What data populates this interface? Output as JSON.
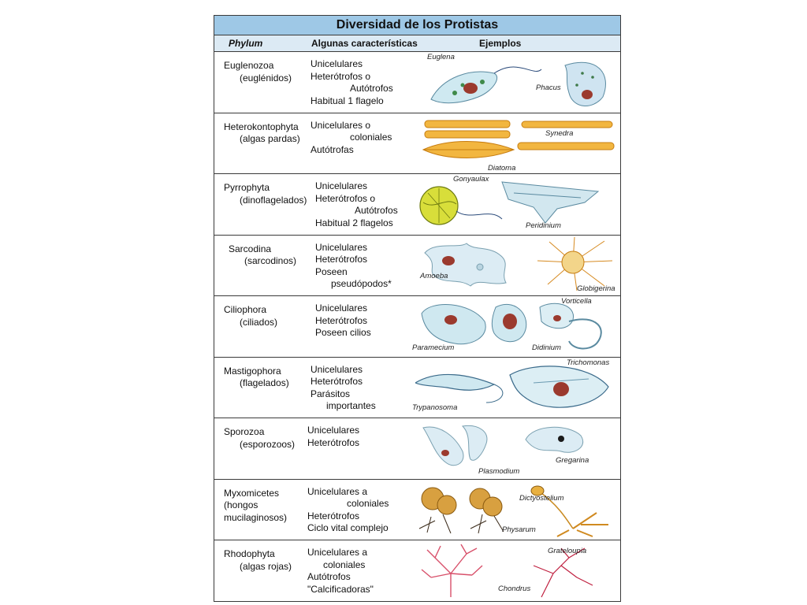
{
  "title": "Diversidad de los Protistas",
  "headers": {
    "phylum": "Phylum",
    "caracteristicas": "Algunas características",
    "ejemplos": "Ejemplos"
  },
  "rows": [
    {
      "phylum": [
        "Euglenozoa",
        "(euglénidos)"
      ],
      "caracteristicas": [
        "Unicelulares",
        "Heterótrofos o",
        "Autótrofos",
        "Habitual 1 flagelo"
      ],
      "ejemplos": [
        "Euglena",
        "Phacus"
      ]
    },
    {
      "phylum": [
        "Heterokontophyta",
        "(algas pardas)"
      ],
      "caracteristicas": [
        "Unicelulares o",
        "coloniales",
        "Autótrofas"
      ],
      "ejemplos": [
        "Synedra",
        "Diatoma"
      ]
    },
    {
      "phylum": [
        "Pyrrophyta",
        "(dinoflagelados)"
      ],
      "caracteristicas": [
        "Unicelulares",
        "Heterótrofos o",
        "Autótrofos",
        "Habitual 2 flagelos"
      ],
      "ejemplos": [
        "Gonyaulax",
        "Peridinium"
      ]
    },
    {
      "phylum": [
        "Sarcodina",
        "(sarcodinos)"
      ],
      "caracteristicas": [
        "Unicelulares",
        "Heterótrofos",
        "Poseen",
        "pseudópodos*"
      ],
      "ejemplos": [
        "Amoeba",
        "Globigerina"
      ]
    },
    {
      "phylum": [
        "Ciliophora",
        "(ciliados)"
      ],
      "caracteristicas": [
        "Unicelulares",
        "Heterótrofos",
        "Poseen cilios"
      ],
      "ejemplos": [
        "Vorticella",
        "Paramecium",
        "Didinium"
      ]
    },
    {
      "phylum": [
        "Mastigophora",
        "(flagelados)"
      ],
      "caracteristicas": [
        "Unicelulares",
        "Heterótrofos",
        "Parásitos",
        "importantes"
      ],
      "ejemplos": [
        "Trichomonas",
        "Trypanosoma"
      ]
    },
    {
      "phylum": [
        "Sporozoa",
        "(esporozoos)"
      ],
      "caracteristicas": [
        "Unicelulares",
        "Heterótrofos"
      ],
      "ejemplos": [
        "Gregarina",
        "Plasmodium"
      ]
    },
    {
      "phylum": [
        "Myxomicetes",
        "(hongos",
        "mucilaginosos)"
      ],
      "caracteristicas": [
        "Unicelulares a",
        "coloniales",
        "Heterótrofos",
        "Ciclo vital complejo"
      ],
      "ejemplos": [
        "Dictyostelium",
        "Physarum"
      ]
    },
    {
      "phylum": [
        "Rhodophyta",
        "(algas rojas)"
      ],
      "caracteristicas": [
        "Unicelulares a",
        "coloniales",
        "Autótrofos",
        "\"Calcificadoras\""
      ],
      "ejemplos": [
        "Grateloupia",
        "Chondrus"
      ]
    }
  ]
}
